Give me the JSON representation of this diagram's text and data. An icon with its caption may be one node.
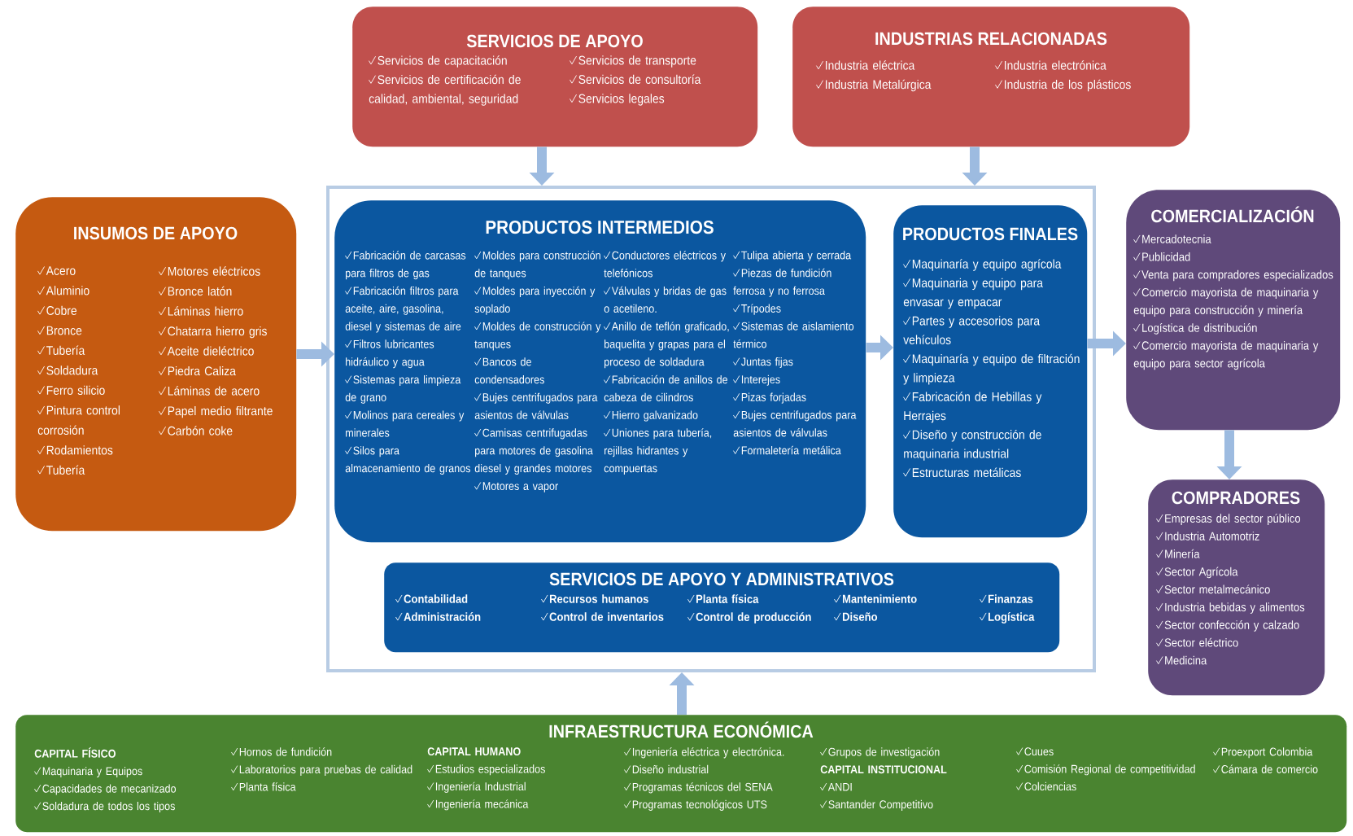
{
  "diagram": {
    "nodes": [
      {
        "text": [
          "SERVICIOS DE APOYO",
          "Servicios de capacitación",
          "Servicios de certificación de calidad, ambiental, seguridad",
          "Servicios de transporte",
          "Servicios de consultoría",
          "Servicios legales"
        ]
      },
      {
        "text": [
          "INDUSTRIAS RELACIONADAS",
          "Industria eléctrica",
          "Industria Metalúrgica",
          "Industria electrónica",
          "Industria de los plásticos"
        ]
      },
      {
        "text": [
          "INSUMOS DE APOYO",
          "Acero",
          "Aluminio",
          "Cobre",
          "Bronce",
          "Tubería",
          "Soldadura",
          "Ferro silicio",
          "Pintura control corrosión",
          "Rodamientos",
          "Tubería",
          "Motores eléctricos",
          "Bronce latón",
          "Láminas hierro",
          "Chatarra hierro gris",
          "Aceite dieléctrico",
          "Piedra Caliza",
          "Láminas de acero",
          "Papel medio filtrante",
          "Carbón coke"
        ]
      },
      {
        "text": [],
        "shape": "box"
      },
      {
        "text": [
          "PRODUCTOS INTERMEDIOS",
          "Fabricación de carcasas para filtros de gas",
          "Fabricación filtros para aceite, aire, gasolina, diesel y sistemas de aire",
          "Filtros lubricantes hidráulico y agua",
          "Sistemas para limpieza de grano",
          "Molinos para cereales y minerales",
          "Silos para almacenamiento de granos",
          "Moldes para construcción de tanques",
          "Moldes para inyección y soplado",
          "Moldes de construcción y tanques",
          "Bancos de condensadores",
          "Bujes centrifugados para asientos de válvulas",
          "Camisas centrifugadas para motores de gasolina diesel y grandes motores",
          "Motores a vapor",
          "Conductores eléctricos y telefónicos",
          "Válvulas y bridas de gas o acetileno.",
          "Anillo de teflón graficado, baquelita y grapas para el proceso de soldadura",
          "Fabricación de anillos de cabeza de cilindros",
          "Hierro galvanizado",
          "Uniones para tubería, rejillas hidrantes y compuertas",
          "Tulipa abierta y cerrada",
          "Piezas de fundición ferrosa y no ferrosa",
          "Trípodes",
          "Sistemas de aislamiento térmico",
          "Juntas fijas",
          "Interejes",
          "Pizas forjadas",
          "Bujes centrifugados para asientos de válvulas",
          "Formaletería metálica"
        ],
        "in": 3
      },
      {
        "text": [
          "PRODUCTOS FINALES",
          "Maquinaría y equipo agrícola",
          "Maquinaria y equipo para envasar y empacar",
          "Partes y accesorios para vehículos",
          "Maquinaría y equipo de filtración y limpieza",
          "Fabricación de Hebillas y Herrajes",
          "Diseño y construcción de maquinaria industrial",
          "Estructuras metálicas"
        ],
        "in": 3
      },
      {
        "text": [
          "SERVICIOS DE APOYO Y ADMINISTRATIVOS",
          "Contabilidad",
          "Administración",
          "Recursos humanos",
          "Control de inventarios",
          "Planta física",
          "Control de producción",
          "Mantenimiento",
          "Diseño",
          "Finanzas",
          "Logística"
        ],
        "in": 3
      },
      {
        "text": [
          "COMERCIALIZACIÓN",
          "Mercadotecnia",
          "Publicidad",
          "Venta para compradores especializados",
          "Comercio mayorista de maquinaria y equipo para construcción y minería",
          "Logística de distribución",
          "Comercio mayorista de maquinaria y equipo para sector agrícola"
        ]
      },
      {
        "text": [
          "COMPRADORES",
          "Empresas del sector público",
          "Industria Automotriz",
          "Minería",
          "Sector Agrícola",
          "Sector metalmecánico",
          "Industria bebidas y alimentos",
          "Sector confección y calzado",
          "Sector eléctrico",
          "Medicina"
        ]
      },
      {
        "text": [
          "INFRAESTRUCTURA ECONÓMICA",
          "CAPITAL FÍSICO",
          "Maquinaria y Equipos",
          "Capacidades de mecanizado",
          "Soldadura de todos los tipos",
          "Hornos de fundición",
          "Laboratorios para pruebas de calidad",
          "Planta física",
          "CAPITAL HUMANO",
          "Estudios especializados",
          "Ingeniería Industrial",
          "Ingeniería mecánica",
          "Ingeniería eléctrica y electrónica.",
          "Diseño industrial",
          "Programas técnicos del SENA",
          "Programas tecnológicos UTS",
          "Grupos de investigación",
          "CAPITAL INSTITUCIONAL",
          "ANDI",
          "Santander Competitivo",
          "Cuues",
          "Comisión Regional de competitividad",
          "Colciencias",
          "Proexport Colombia",
          "Cámara de comercio"
        ]
      }
    ],
    "edges": [
      {
        "from": 0,
        "to": 3,
        "arrow": "to"
      },
      {
        "from": 1,
        "to": 3,
        "arrow": "to"
      },
      {
        "from": 2,
        "to": 4,
        "arrow": "to"
      },
      {
        "from": 4,
        "to": 5,
        "arrow": "to"
      },
      {
        "from": 5,
        "to": 7,
        "arrow": "to"
      },
      {
        "from": 7,
        "to": 8,
        "arrow": "to"
      },
      {
        "from": 9,
        "to": 3,
        "arrow": "to"
      }
    ]
  }
}
